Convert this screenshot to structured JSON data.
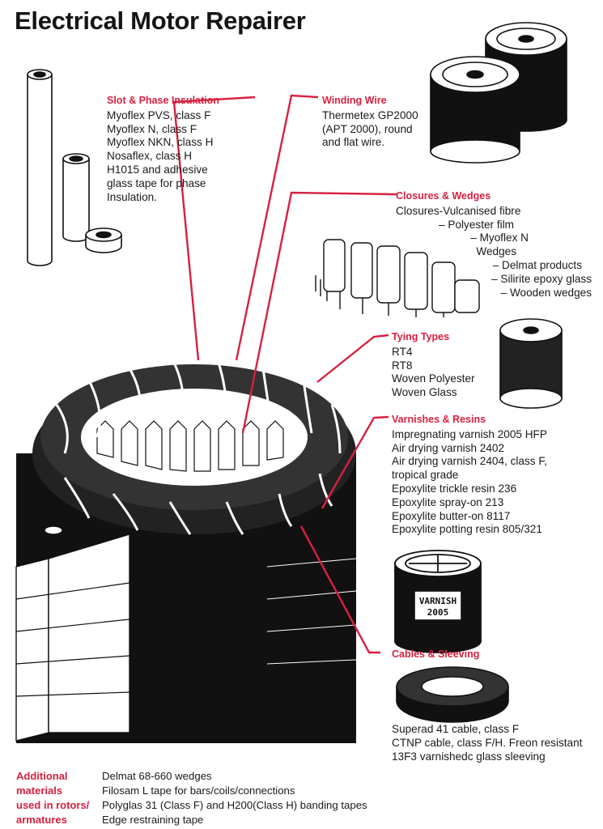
{
  "title": "Electrical Motor Repairer",
  "slot_phase": {
    "heading": "Slot & Phase Insulation",
    "lines": [
      "Myoflex PVS, class F",
      "Myoflex N, class F",
      "Myoflex NKN, class H",
      "Nosaflex, class H",
      "H1015 and adhesive",
      "glass tape for phase",
      "Insulation."
    ]
  },
  "winding_wire": {
    "heading": "Winding Wire",
    "lines": [
      "Thermetex GP2000",
      "(APT 2000), round",
      "and flat wire."
    ]
  },
  "closures": {
    "heading": "Closures & Wedges",
    "lines": [
      "Closures-Vulcanised fibre",
      "– Polyester film",
      "– Myoflex N",
      "Wedges",
      "– Delmat products",
      "– Silirite epoxy glass",
      "– Wooden wedges"
    ]
  },
  "tying": {
    "heading": "Tying Types",
    "lines": [
      "RT4",
      "RT8",
      "Woven Polyester",
      "Woven Glass"
    ]
  },
  "varnishes": {
    "heading": "Varnishes & Resins",
    "lines": [
      "Impregnating varnish 2005 HFP",
      "Air drying varnish 2402",
      "Air drying varnish 2404, class F,",
      "tropical grade",
      "Epoxylite trickle resin 236",
      "Epoxylite spray-on 213",
      "Epoxylite butter-on 8117",
      "Epoxylite potting resin 805/321"
    ]
  },
  "varnish_label": [
    "VARNISH",
    "2005"
  ],
  "cables": {
    "heading": "Cables & Sleeving",
    "lines": [
      "Superad 41 cable, class F",
      "CTNP cable, class F/H. Freon resistant",
      "13F3 varnishedc glass sleeving"
    ]
  },
  "additional": {
    "heading": [
      "Additional",
      "materials",
      "used in rotors/",
      "armatures"
    ],
    "lines": [
      "Delmat 68-660 wedges",
      "Filosam L tape for bars/coils/connections",
      "Polyglas 31 (Class F) and H200(Class  H)  banding tapes",
      "Edge restraining tape"
    ]
  },
  "colors": {
    "accent": "#d8203f",
    "text": "#1a1a1a",
    "art": "#111111"
  },
  "icons": [
    "insulation-tubes-icon",
    "wire-spools-icon",
    "wedges-icon",
    "tying-spool-icon",
    "varnish-tin-icon",
    "cable-coil-icon",
    "stator-illustration"
  ]
}
